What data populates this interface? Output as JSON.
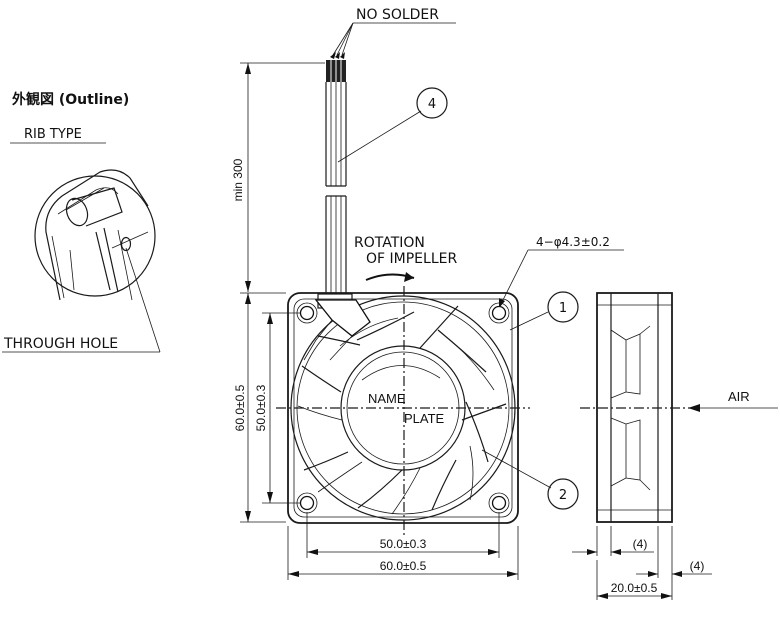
{
  "labels": {
    "outline_title": "外観図 (Outline)",
    "rib_type": "RIB TYPE",
    "through_hole": "THROUGH HOLE",
    "no_solder": "NO SOLDER",
    "rotation_line1": "ROTATION",
    "rotation_line2": "OF IMPELLER",
    "holes": "4−φ4.3±0.2",
    "air": "AIR",
    "name": "NAME",
    "plate": "PLATE"
  },
  "callouts": [
    "1",
    "2",
    "4"
  ],
  "dimensions": {
    "lead_length": "min 300",
    "height_outer": "60.0±0.5",
    "height_inner": "50.0±0.3",
    "width_inner": "50.0±0.3",
    "width_outer": "60.0±0.5",
    "side_offset_left": "(4)",
    "side_offset_right": "(4)",
    "thickness": "20.0±0.5"
  }
}
